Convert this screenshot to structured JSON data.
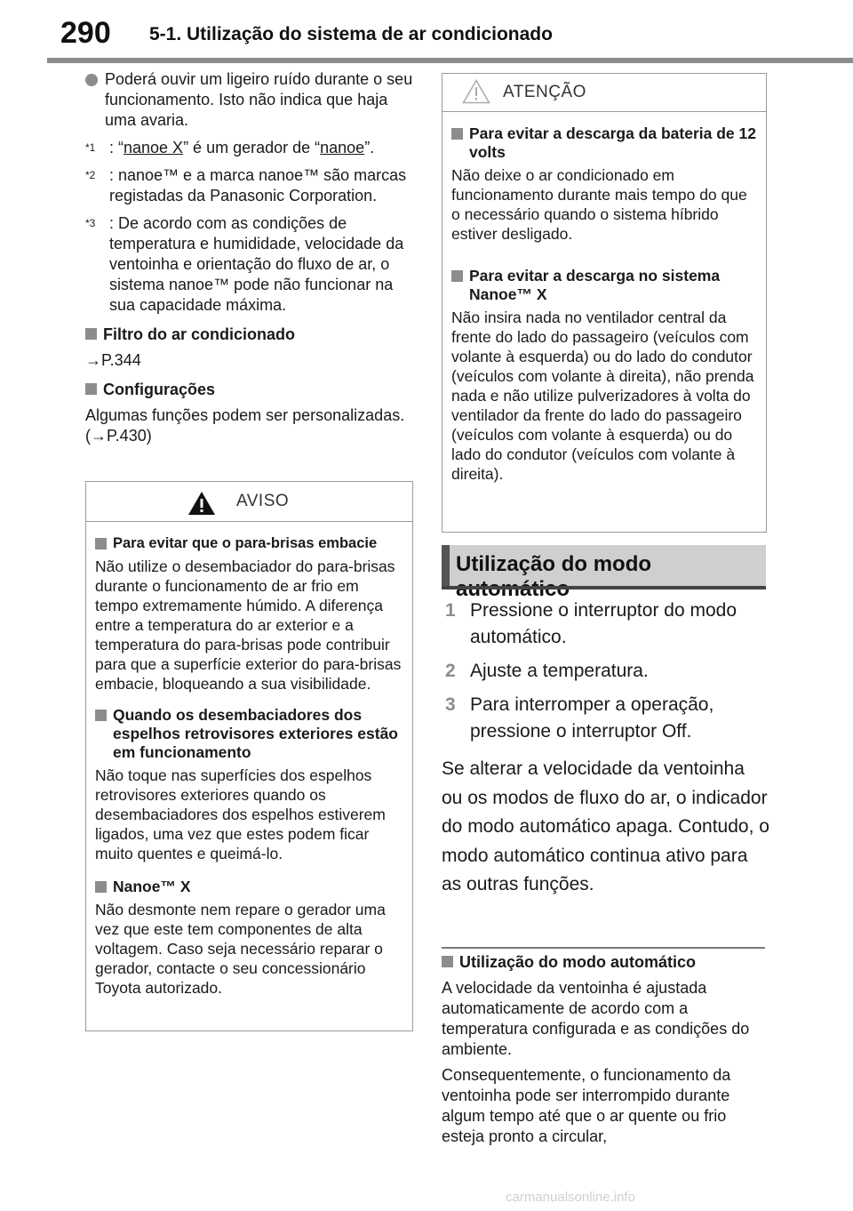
{
  "header": {
    "page_number": "290",
    "section_title": "5-1. Utilização do sistema de ar condicionado"
  },
  "left": {
    "bullet_text": "Poderá ouvir um ligeiro ruído durante o seu funcionamento. Isto não indica que haja uma avaria.",
    "fn1_mark": "*1",
    "fn1_pre": ": “",
    "fn1_link1": "nanoe X",
    "fn1_mid": "” é um gerador de “",
    "fn1_link2": "nanoe",
    "fn1_post": "”.",
    "fn2_mark": "*2",
    "fn2_text": ": nanoe™ e a marca nanoe™ são marcas registadas da Panasonic Corporation.",
    "fn3_mark": "*3",
    "fn3_text": ": De acordo com as condições de temperatura e humididade, velocidade da ventoinha e orientação do fluxo de ar, o sistema nanoe™ pode não funcionar na sua capacidade máxima.",
    "filter_heading": "Filtro do ar condicionado",
    "filter_ref": "→P.344",
    "settings_heading": "Configurações",
    "settings_text": "Algumas funções podem ser personalizadas. (→P.430)"
  },
  "aviso": {
    "title": "AVISO",
    "h1": "Para evitar que o para-brisas embacie",
    "p1": "Não utilize o desembaciador do para-brisas durante o funcionamento de ar frio em tempo extremamente húmido. A diferença entre a temperatura do ar exterior e a temperatura do para-brisas pode contribuir para que a superfície exterior do para-brisas embacie, bloqueando a sua visibilidade.",
    "h2": "Quando os desembaciadores dos espelhos retrovisores exteriores estão em funcionamento",
    "p2": "Não toque nas superfícies dos espelhos retrovisores exteriores quando os desembaciadores dos espelhos estiverem ligados, uma vez que estes podem ficar muito quentes e queimá-lo.",
    "h3": "Nanoe™ X",
    "p3": "Não desmonte nem repare o gerador uma vez que este tem componentes de alta voltagem. Caso seja necessário reparar o gerador, contacte o seu concessionário Toyota autorizado."
  },
  "atencao": {
    "title": "ATENÇÃO",
    "h1": "Para evitar a descarga da bateria de 12 volts",
    "p1": "Não deixe o ar condicionado em funcionamento durante mais tempo do que o necessário quando o sistema híbrido estiver desligado.",
    "h2": "Para evitar a descarga no sistema Nanoe™ X",
    "p2": "Não insira nada no ventilador central da frente do lado do passageiro (veículos com volante à esquerda) ou do lado do condutor (veículos com volante à direita), não prenda nada e não utilize pulverizadores à volta do ventilador da frente do lado do passageiro (veículos com volante à esquerda) ou do lado do condutor (veículos com volante à direita)."
  },
  "auto_mode": {
    "banner": "Utilização do modo automático",
    "steps": [
      {
        "num": "1",
        "text": "Pressione o interruptor do modo automático."
      },
      {
        "num": "2",
        "text": "Ajuste a temperatura."
      },
      {
        "num": "3",
        "text": "Para interromper a operação, pressione o interruptor Off."
      }
    ],
    "paragraph": "Se alterar a velocidade da ventoinha ou os modos de fluxo do ar, o indicador do modo automático apaga. Contudo, o modo automático continua ativo para as outras funções.",
    "sub_heading": "Utilização do modo automático",
    "sub_p1": "A velocidade da ventoinha é ajustada automaticamente de acordo com a temperatura configurada e as condições do ambiente.",
    "sub_p2": "Consequentemente, o funcionamento da ventoinha pode ser interrompido durante algum tempo até que o ar quente ou frio esteja pronto a circular,"
  },
  "footer": {
    "watermark": "carmanualsonline.info"
  }
}
